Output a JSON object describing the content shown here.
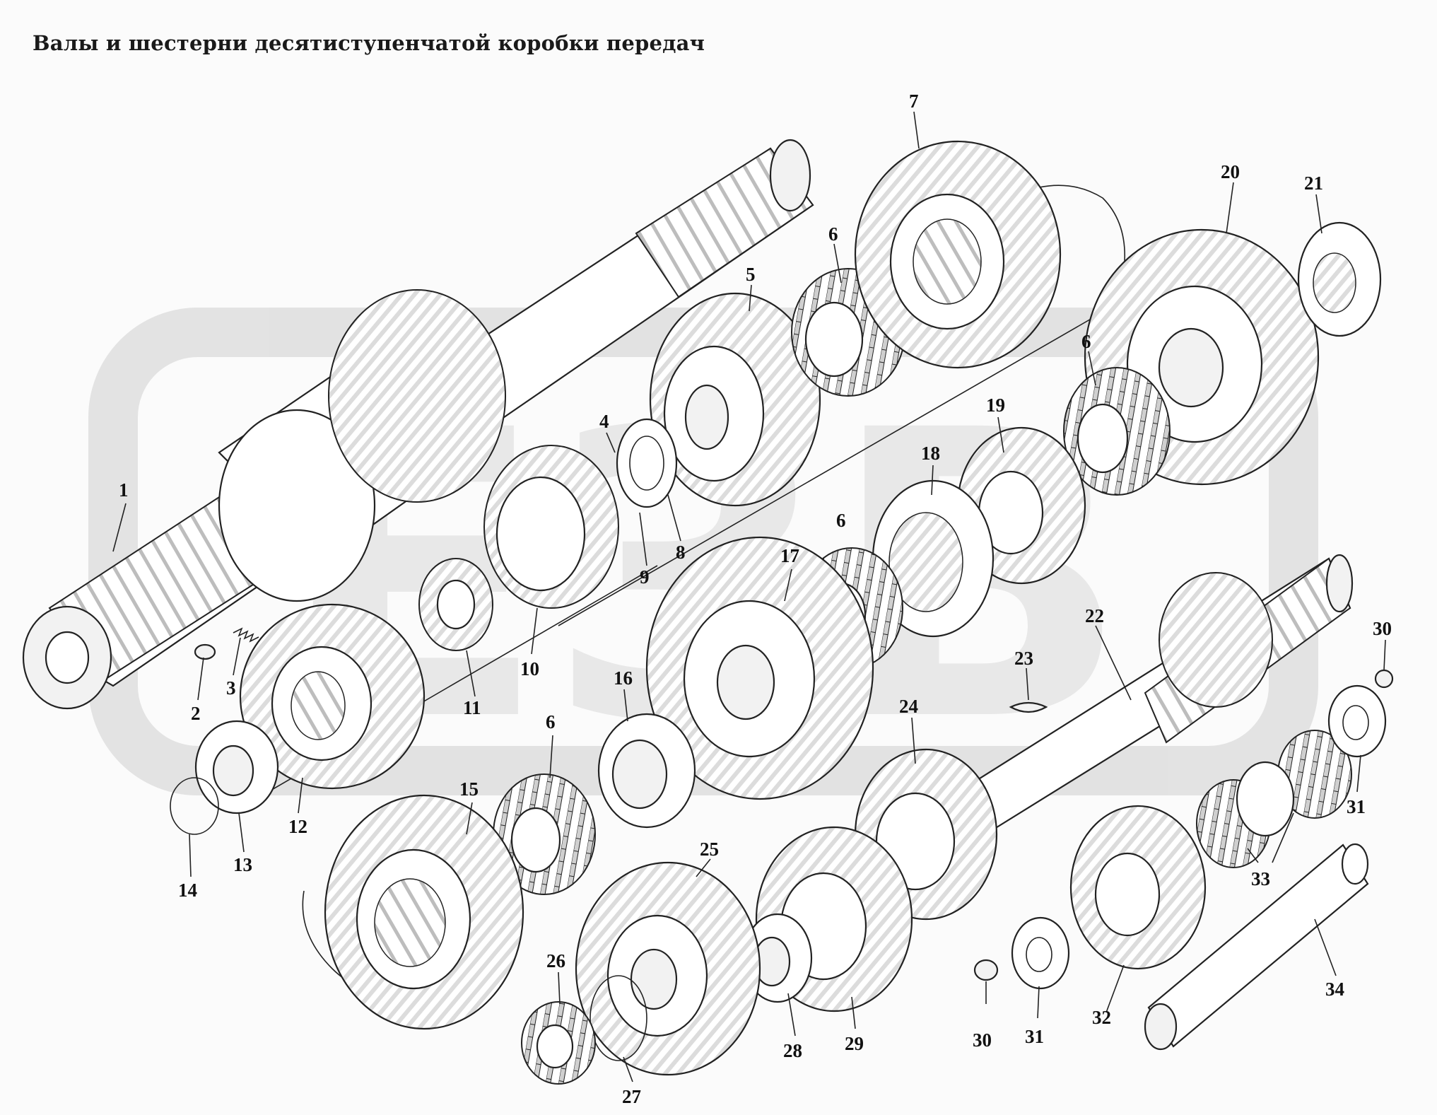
{
  "title": "Валы и шестерни десятиступенчатой коробки передач",
  "watermark": {
    "text": "ЕЗВ",
    "color": "#cfcfcf"
  },
  "colors": {
    "ink": "#222222",
    "background": "#fbfbfb"
  },
  "callouts": [
    {
      "id": "c1",
      "text": "1"
    },
    {
      "id": "c2",
      "text": "2"
    },
    {
      "id": "c3",
      "text": "3"
    },
    {
      "id": "c4",
      "text": "4"
    },
    {
      "id": "c5",
      "text": "5"
    },
    {
      "id": "c6a",
      "text": "6"
    },
    {
      "id": "c6b",
      "text": "6"
    },
    {
      "id": "c6c",
      "text": "6"
    },
    {
      "id": "c6d",
      "text": "6"
    },
    {
      "id": "c7",
      "text": "7"
    },
    {
      "id": "c8",
      "text": "8"
    },
    {
      "id": "c9",
      "text": "9"
    },
    {
      "id": "c10",
      "text": "10"
    },
    {
      "id": "c11",
      "text": "11"
    },
    {
      "id": "c12",
      "text": "12"
    },
    {
      "id": "c13",
      "text": "13"
    },
    {
      "id": "c14",
      "text": "14"
    },
    {
      "id": "c15",
      "text": "15"
    },
    {
      "id": "c16",
      "text": "16"
    },
    {
      "id": "c17",
      "text": "17"
    },
    {
      "id": "c18",
      "text": "18"
    },
    {
      "id": "c19",
      "text": "19"
    },
    {
      "id": "c20",
      "text": "20"
    },
    {
      "id": "c21",
      "text": "21"
    },
    {
      "id": "c22",
      "text": "22"
    },
    {
      "id": "c23",
      "text": "23"
    },
    {
      "id": "c24",
      "text": "24"
    },
    {
      "id": "c25",
      "text": "25"
    },
    {
      "id": "c26",
      "text": "26"
    },
    {
      "id": "c27",
      "text": "27"
    },
    {
      "id": "c28",
      "text": "28"
    },
    {
      "id": "c29",
      "text": "29"
    },
    {
      "id": "c30a",
      "text": "30"
    },
    {
      "id": "c30b",
      "text": "30"
    },
    {
      "id": "c31a",
      "text": "31"
    },
    {
      "id": "c31b",
      "text": "31"
    },
    {
      "id": "c32",
      "text": "32"
    },
    {
      "id": "c33",
      "text": "33"
    },
    {
      "id": "c34",
      "text": "34"
    }
  ]
}
